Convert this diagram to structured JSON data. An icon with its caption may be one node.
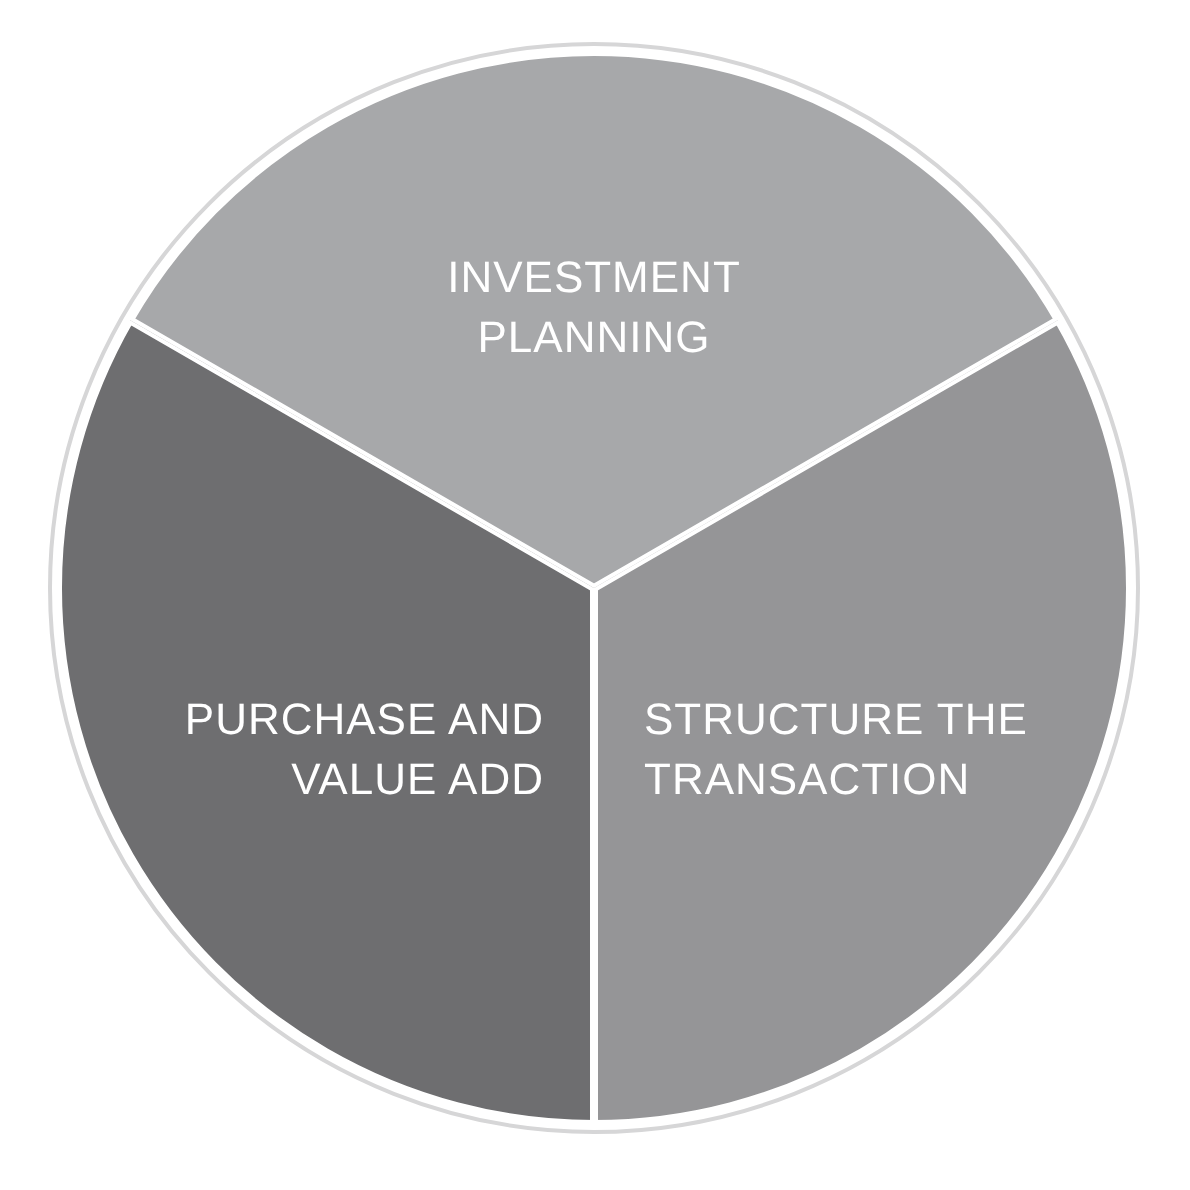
{
  "diagram": {
    "nodes": [
      {
        "text": [
          "INVESTMENT PLANNING"
        ]
      },
      {
        "text": [
          "PURCHASE AND VALUE ADD"
        ]
      },
      {
        "text": [
          "STRUCTURE THE TRANSACTION"
        ]
      }
    ]
  }
}
